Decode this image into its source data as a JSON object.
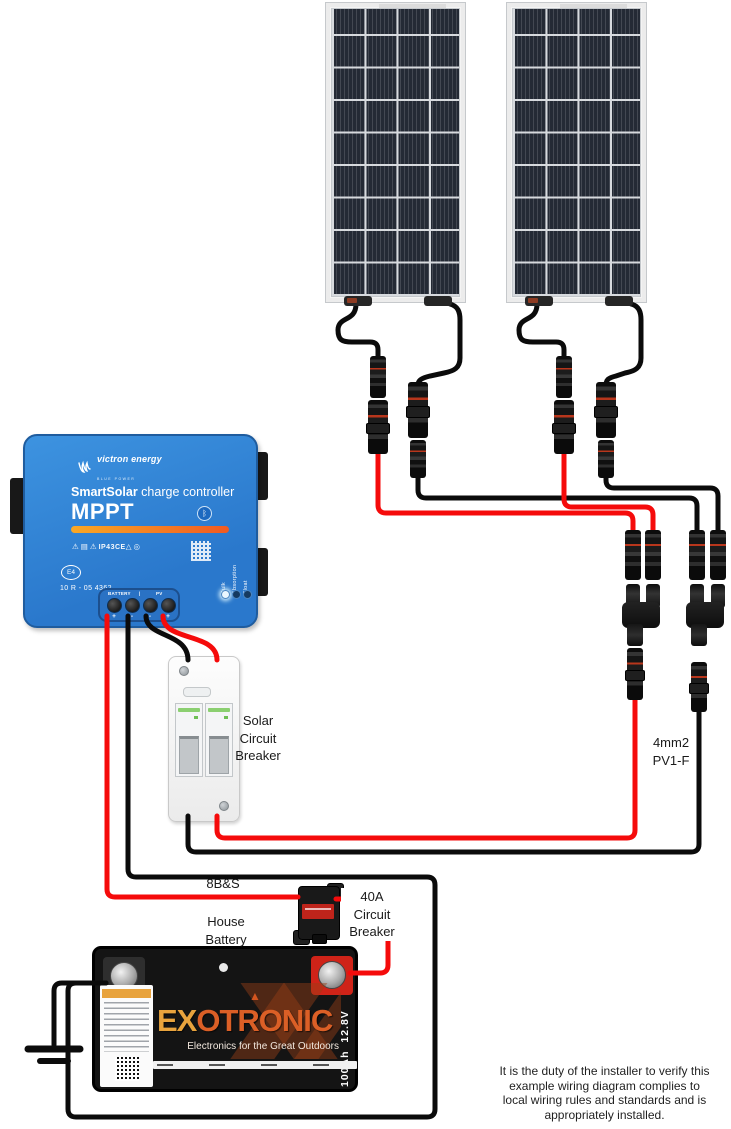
{
  "colors": {
    "wire_red": "#f50b0b",
    "wire_black": "#0b0b0b",
    "mppt_blue": "#2f83d6",
    "accent_orange": "#f58a1f",
    "battery_gold": "#e8a33d",
    "battery_orange": "#db5f26"
  },
  "controller": {
    "brand": "victron energy",
    "brand_sub": "BLUE POWER",
    "product_bold": "SmartSolar",
    "product_rest": " charge controller",
    "model": "MPPT",
    "ip_rating": "IP43",
    "ce": "CE",
    "e_mark": "E4",
    "serial": "10 R - 05 4362",
    "terminal_battery": "BATTERY",
    "terminal_sep": "|",
    "terminal_pv": "PV",
    "polarity": [
      "+",
      "-",
      "-",
      "+"
    ],
    "leds": [
      "Bulk",
      "Absorption",
      "Float"
    ],
    "icons": {
      "bluetooth": "ᛒ",
      "warning": "⚠",
      "manual": "▤",
      "recycle": "△",
      "circle_mark": "◎"
    }
  },
  "labels": {
    "solar_breaker": [
      "Solar",
      "Circuit",
      "Breaker"
    ],
    "pv_cable": [
      "4mm2",
      "PV1-F"
    ],
    "battery_cable": "8B&S",
    "dc_breaker": [
      "40A",
      "Circuit",
      "Breaker"
    ],
    "house_battery": [
      "House",
      "Battery"
    ]
  },
  "battery": {
    "brand_left": "EX",
    "brand_right": "OTRONIC",
    "tagline": "Electronics for the Great Outdoors",
    "rating": "100Ah  12.8V"
  },
  "disclaimer": [
    "It is the duty of the installer to verify this",
    "example wiring diagram complies to",
    "local wiring rules and standards and is",
    "appropriately installed."
  ]
}
